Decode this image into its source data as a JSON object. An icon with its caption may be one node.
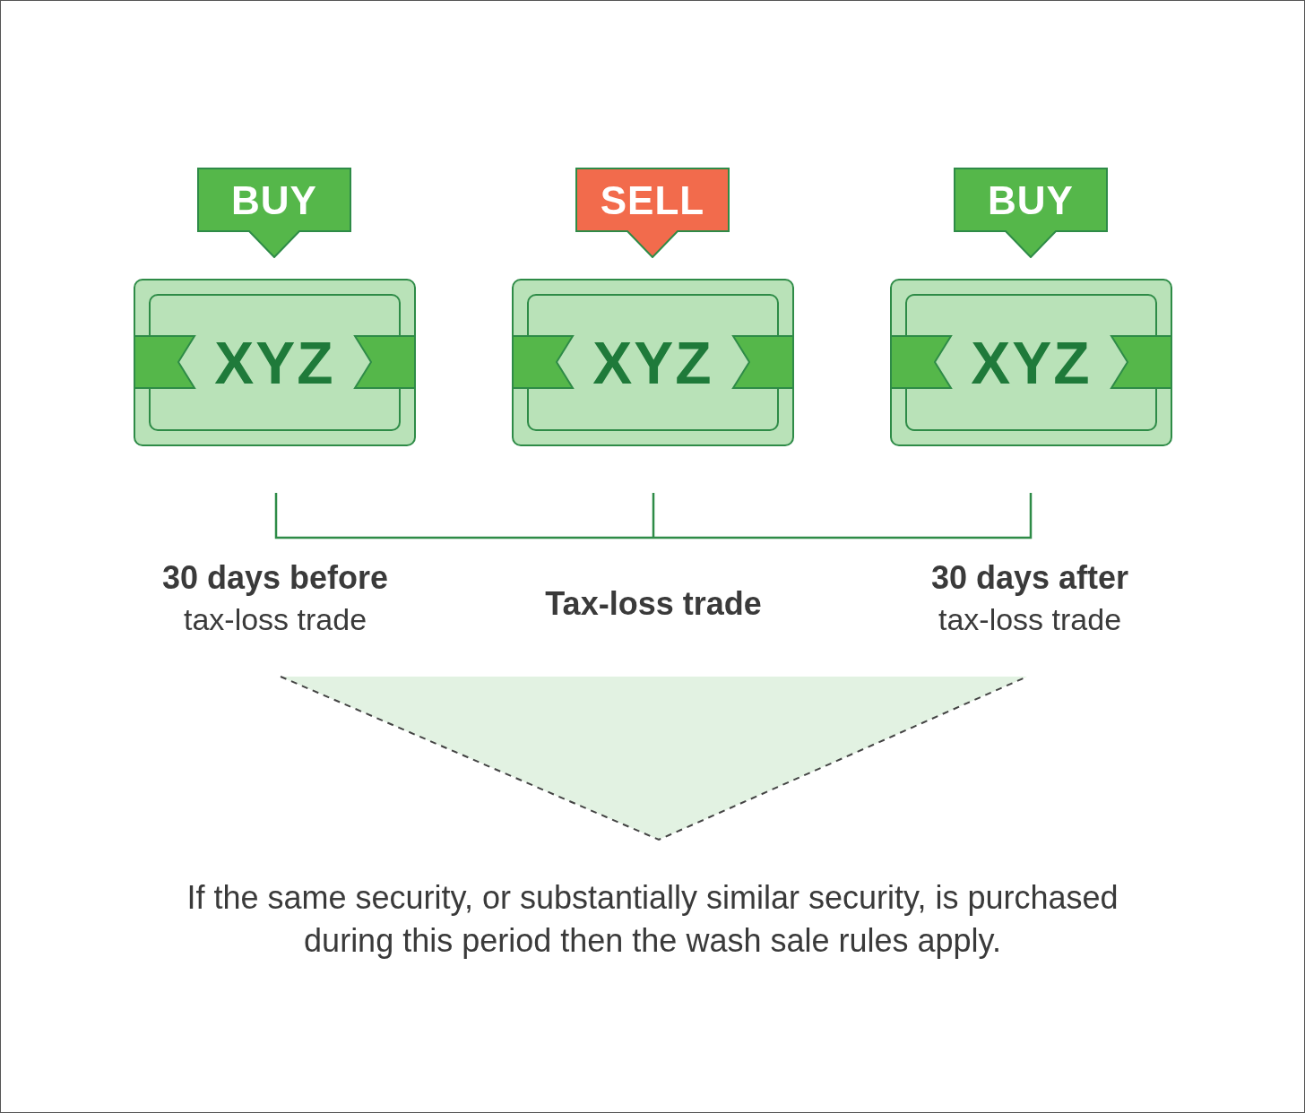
{
  "diagram": {
    "nodes": [
      {
        "text": [
          "BUY"
        ]
      },
      {
        "text": [
          "XYZ"
        ]
      },
      {
        "text": [
          "SELL"
        ]
      },
      {
        "text": [
          "XYZ"
        ]
      },
      {
        "text": [
          "BUY"
        ]
      },
      {
        "text": [
          "XYZ"
        ]
      }
    ],
    "labels": [
      "30 days before",
      "tax-loss trade",
      "Tax-loss trade",
      "30 days after",
      "tax-loss trade",
      "If the same security, or substantially similar security, is purchased during this period then the wash sale rules apply."
    ]
  }
}
